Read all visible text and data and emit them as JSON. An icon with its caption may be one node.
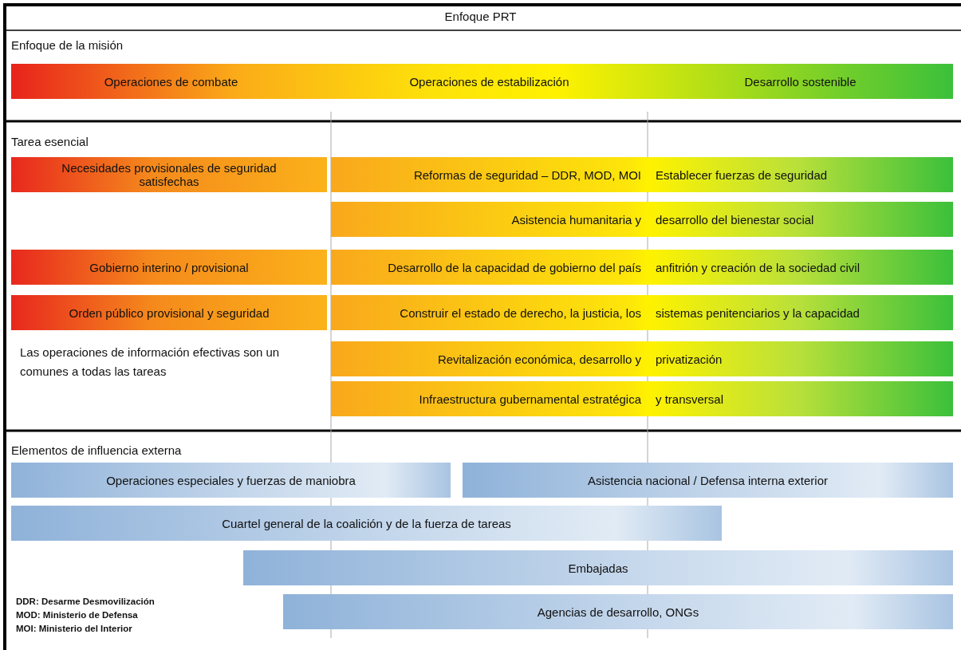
{
  "diagram": {
    "title": "Enfoque PRT",
    "nodes": [
      {
        "text": [
          "Operaciones de combate",
          "Operaciones de estabilización",
          "Desarrollo sostenible"
        ]
      },
      {
        "text": [
          "Necesidades provisionales de seguridad satisfechas"
        ]
      },
      {
        "text": [
          "Reformas de seguridad – DDR, MOD, MOI",
          "Establecer fuerzas de seguridad"
        ]
      },
      {
        "text": [
          "Asistencia humanitaria y",
          "desarrollo del bienestar social"
        ]
      },
      {
        "text": [
          "Gobierno interino / provisional"
        ]
      },
      {
        "text": [
          "Desarrollo de la capacidad de gobierno del país",
          "anfitrión y creación de la sociedad civil"
        ]
      },
      {
        "text": [
          "Orden público provisional y seguridad"
        ]
      },
      {
        "text": [
          "Construir el estado de derecho, la justicia, los",
          "sistemas penitenciarios y la capacidad"
        ]
      },
      {
        "text": [
          "Revitalización económica, desarrollo y",
          "privatización"
        ]
      },
      {
        "text": [
          "Infraestructura gubernamental estratégica",
          "y transversal"
        ]
      },
      {
        "text": [
          "Operaciones especiales y fuerzas de maniobra"
        ]
      },
      {
        "text": [
          "Asistencia nacional / Defensa interna exterior"
        ]
      },
      {
        "text": [
          "Cuartel general de la coalición y de la fuerza de tareas"
        ]
      },
      {
        "text": [
          "Embajadas"
        ]
      },
      {
        "text": [
          "Agencias de desarrollo, ONGs"
        ]
      }
    ],
    "edges": [],
    "labels": [
      "Enfoque de la misión",
      "Tarea esencial",
      "Las operaciones de información efectivas son un comunes a todas las tareas",
      "Elementos de influencia externa",
      "DDR: Desarme Desmovilización",
      "MOD: Ministerio de Defensa",
      "MOI: Ministerio del Interior"
    ]
  }
}
